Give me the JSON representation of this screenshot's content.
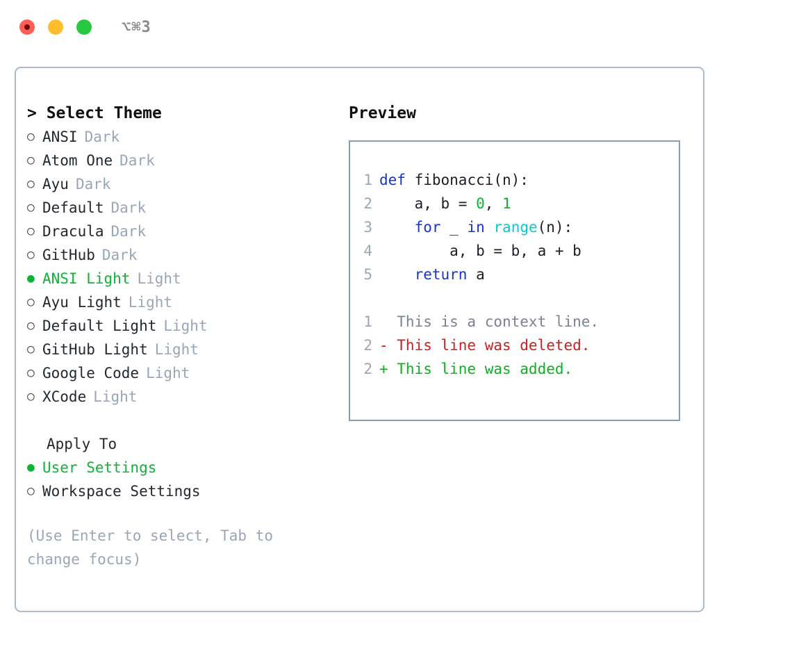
{
  "titlebar": {
    "shortcut": "⌥⌘3",
    "buttons": [
      {
        "name": "close",
        "color": "#ff5f57"
      },
      {
        "name": "minimize",
        "color": "#ffbd2e"
      },
      {
        "name": "maximize",
        "color": "#28c840"
      }
    ]
  },
  "colors": {
    "selected_green": "#0db436",
    "muted": "#9aa5b8",
    "border": "#aeb8c6",
    "preview_border": "#8c9aae",
    "keyword": "#1433d6",
    "function": "#00ccd4",
    "number": "#0db436",
    "diff_delete": "#cc2020",
    "diff_add": "#0db01f",
    "diff_context": "#7b8391"
  },
  "left": {
    "heading": "> Select Theme",
    "bullet_selected": "●",
    "bullet_unselected": "○",
    "themes": [
      {
        "name": "ANSI",
        "variant": "Dark",
        "selected": false
      },
      {
        "name": "Atom One",
        "variant": "Dark",
        "selected": false
      },
      {
        "name": "Ayu",
        "variant": "Dark",
        "selected": false
      },
      {
        "name": "Default",
        "variant": "Dark",
        "selected": false
      },
      {
        "name": "Dracula",
        "variant": "Dark",
        "selected": false
      },
      {
        "name": "GitHub",
        "variant": "Dark",
        "selected": false
      },
      {
        "name": "ANSI Light",
        "variant": "Light",
        "selected": true
      },
      {
        "name": "Ayu Light",
        "variant": "Light",
        "selected": false
      },
      {
        "name": "Default Light",
        "variant": "Light",
        "selected": false
      },
      {
        "name": "GitHub Light",
        "variant": "Light",
        "selected": false
      },
      {
        "name": "Google Code",
        "variant": "Light",
        "selected": false
      },
      {
        "name": "XCode",
        "variant": "Light",
        "selected": false
      }
    ],
    "apply_heading": "Apply To",
    "apply_options": [
      {
        "label": "User Settings",
        "selected": true
      },
      {
        "label": "Workspace Settings",
        "selected": false
      }
    ],
    "hint": "(Use Enter to select, Tab to change focus)"
  },
  "right": {
    "title": "Preview",
    "code_lines": [
      {
        "no": "1",
        "tokens": [
          {
            "t": "def",
            "c": "kw"
          },
          {
            "t": " fibonacci(n):",
            "c": "plain"
          }
        ]
      },
      {
        "no": "2",
        "tokens": [
          {
            "t": "    a, b = ",
            "c": "plain"
          },
          {
            "t": "0",
            "c": "num"
          },
          {
            "t": ", ",
            "c": "plain"
          },
          {
            "t": "1",
            "c": "num"
          }
        ]
      },
      {
        "no": "3",
        "tokens": [
          {
            "t": "    ",
            "c": "plain"
          },
          {
            "t": "for",
            "c": "kw"
          },
          {
            "t": " _ ",
            "c": "plain"
          },
          {
            "t": "in",
            "c": "kw"
          },
          {
            "t": " ",
            "c": "plain"
          },
          {
            "t": "range",
            "c": "fn"
          },
          {
            "t": "(n):",
            "c": "plain"
          }
        ]
      },
      {
        "no": "4",
        "tokens": [
          {
            "t": "        a, b = b, a + b",
            "c": "plain"
          }
        ]
      },
      {
        "no": "5",
        "tokens": [
          {
            "t": "    ",
            "c": "plain"
          },
          {
            "t": "return",
            "c": "kw"
          },
          {
            "t": " a",
            "c": "plain"
          }
        ]
      }
    ],
    "diff_lines": [
      {
        "no": "1",
        "text": "  This is a context line.",
        "kind": "ctx"
      },
      {
        "no": "2",
        "text": "- This line was deleted.",
        "kind": "del"
      },
      {
        "no": "2",
        "text": "+ This line was added.",
        "kind": "add"
      }
    ]
  }
}
